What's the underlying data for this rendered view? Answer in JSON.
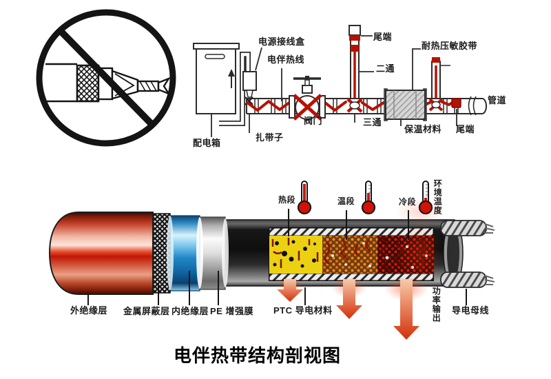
{
  "title": "电伴热带结构剖视图",
  "piping_labels": {
    "power_junction_box": "电源接线盒",
    "heating_cable": "电伴热线",
    "tail_end_top": "尾端",
    "two_way": "二通",
    "heat_resistant_tape": "耐热压敏胶带",
    "pipe": "管道",
    "valve": "阀门",
    "three_way": "三通",
    "insulation_material": "保温材料",
    "tail_end_right": "尾端",
    "distribution_box": "配电箱",
    "cable_tie": "扎带子"
  },
  "cable_labels": {
    "hot_section": "热段",
    "warm_section": "温段",
    "cold_section": "冷段",
    "ambient_temperature": "环境温度",
    "outer_insulation": "外绝缘层",
    "metal_shield": "金属屏蔽层",
    "inner_insulation": "内绝缘层",
    "pe_film": "PE 增强膜",
    "ptc_material": "PTC 导电材料",
    "power_output": "功率输出",
    "busbar": "导电母线"
  },
  "thermometers": [
    {
      "section": "热段",
      "level": 0.95
    },
    {
      "section": "温段",
      "level": 0.55
    },
    {
      "section": "冷段",
      "level": 0.25
    }
  ],
  "colors": {
    "outer_red": "#c21505",
    "inner_blue": "#2188c8",
    "pe_silver": "#dedede",
    "hot_yellow": "#ecd012",
    "warm_orange": "#f08c1e",
    "cold_red": "#e21808",
    "cable_red": "#b51205",
    "arrow_orange": "#d33009"
  }
}
